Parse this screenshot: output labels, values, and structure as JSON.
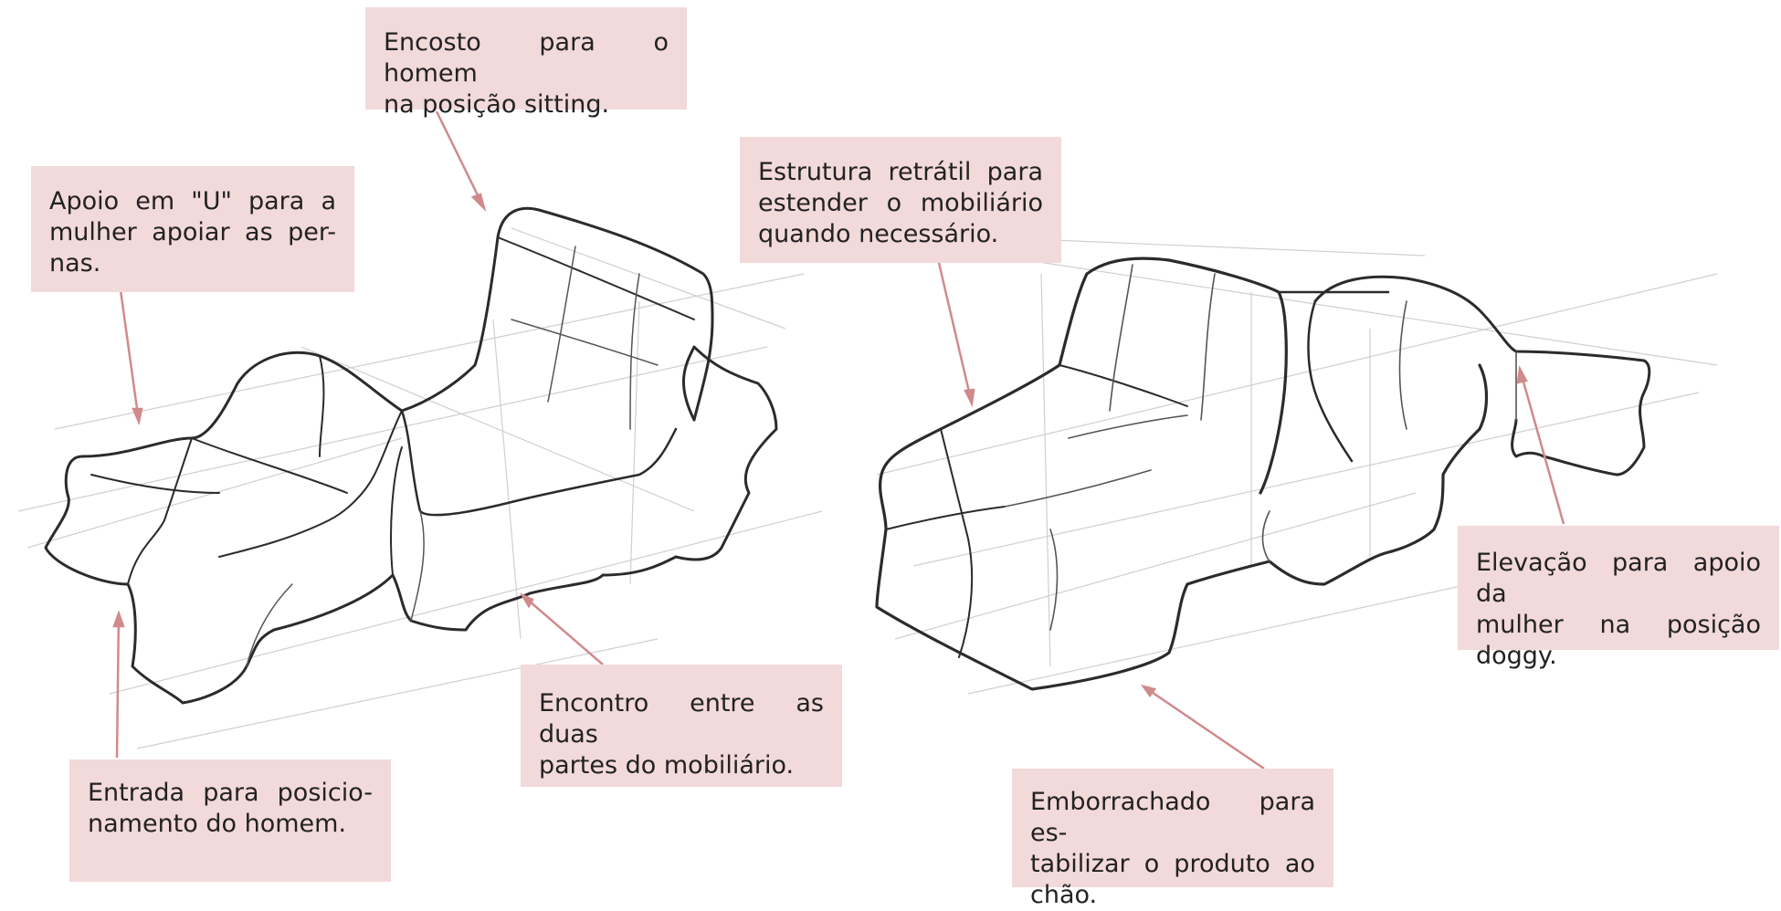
{
  "colors": {
    "callout_fill": "#f2d9da",
    "leader_line": "#d08a8c",
    "sketch_line": "#2b2b2b",
    "construction_line": "#c9c9c9"
  },
  "callouts": {
    "encosto": {
      "lines": [
        "Encosto para o homem",
        "na posição sitting."
      ]
    },
    "apoio_u": {
      "lines": [
        "Apoio em \"U\" para a",
        "mulher apoiar as per-",
        "nas."
      ]
    },
    "estrutura": {
      "lines": [
        "Estrutura retrátil para",
        "estender o mobiliário",
        "quando necessário."
      ]
    },
    "elevacao": {
      "lines": [
        "Elevação para apoio da",
        "mulher na posição",
        "doggy."
      ]
    },
    "encontro": {
      "lines": [
        "Encontro entre as duas",
        "partes do mobiliário."
      ]
    },
    "entrada": {
      "lines": [
        "Entrada para posicio-",
        "namento do homem."
      ]
    },
    "emborrachado": {
      "lines": [
        "Emborrachado para es-",
        "tabilizar o produto ao",
        "chão."
      ]
    }
  }
}
